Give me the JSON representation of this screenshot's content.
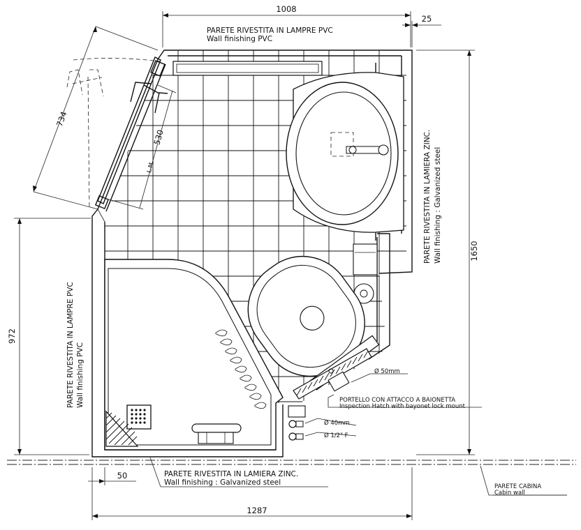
{
  "dimensions": {
    "top_width": "1008",
    "top_offset": "25",
    "right_height": "1650",
    "left_height": "972",
    "door_width": "734",
    "door_inner": "530",
    "bottom_offset": "50",
    "bottom_width": "1287"
  },
  "walls": {
    "top_it": "PARETE RIVESTITA IN LAMPRE PVC",
    "top_en": "Wall finishing PVC",
    "left_it": "PARETE RIVESTITA IN LAMPRE PVC",
    "left_en": "Wall finishing PVC",
    "right_it": "PARETE RIVESTITA IN LAMIERA ZINC.",
    "right_en": "Wall finishing : Galvanized steel",
    "bottom_it": "PARETE RIVESTITA IN LAMIERA ZINC.",
    "bottom_en": "Wall finishing : Galvanized steel"
  },
  "callouts": {
    "pipe_50": "Ø 50mm",
    "hatch_it": "PORTELLO CON ATTACCO A BAIONETTA",
    "hatch_en": "Inspection Hatch with bayonet lock mount",
    "pipe_40": "Ø 40mm",
    "pipe_half": "Ø 1/2\" F",
    "cabin_it": "PARETE CABINA",
    "cabin_en": "Cabin wall",
    "door_mark": "L.M."
  }
}
